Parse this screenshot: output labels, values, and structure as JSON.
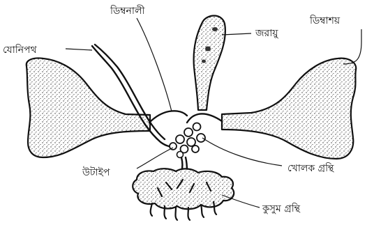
{
  "labels": {
    "oviduct": "ডিম্বনালী",
    "vagina": "যোনিপথ",
    "uterus": "জরায়ু",
    "ovary": "ডিম্বাশয়",
    "ootype": "উটাইপ",
    "shell_gland": "খোলক গ্রন্থি",
    "vitelline_gland": "কুসুম গ্রন্থি"
  }
}
